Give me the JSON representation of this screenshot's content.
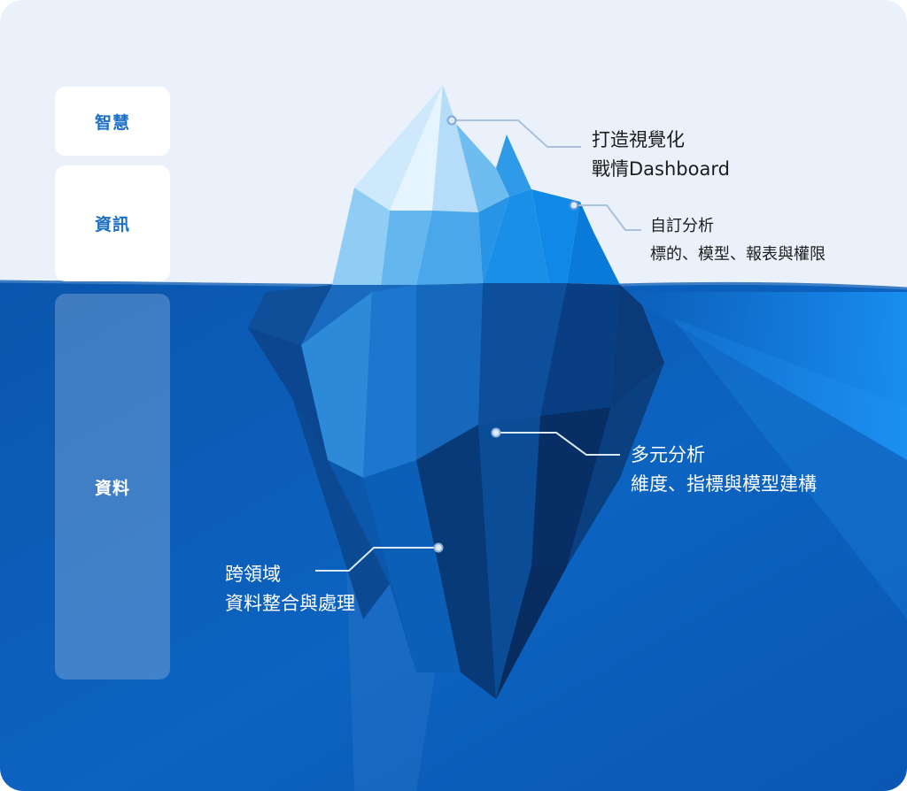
{
  "tiers": {
    "top": {
      "label": "智慧"
    },
    "middle": {
      "label": "資訊"
    },
    "bottom": {
      "label": "資料"
    }
  },
  "callouts": {
    "dashboard": {
      "title": "打造視覺化",
      "desc": "戰情Dashboard"
    },
    "custom_analysis": {
      "title": "自訂分析",
      "desc": "標的、模型、報表與權限"
    },
    "multi_analysis": {
      "title": "多元分析",
      "desc": "維度、指標與模型建構"
    },
    "integration": {
      "title": "跨領域",
      "desc": "資料整合與處理"
    }
  },
  "colors": {
    "sky": "#eaf1fa",
    "sea_deep": "#0b58b0",
    "sea_bright": "#1a8ff0",
    "tier_text": "#1b6fc7",
    "leader_line": "#a9c1dc"
  }
}
